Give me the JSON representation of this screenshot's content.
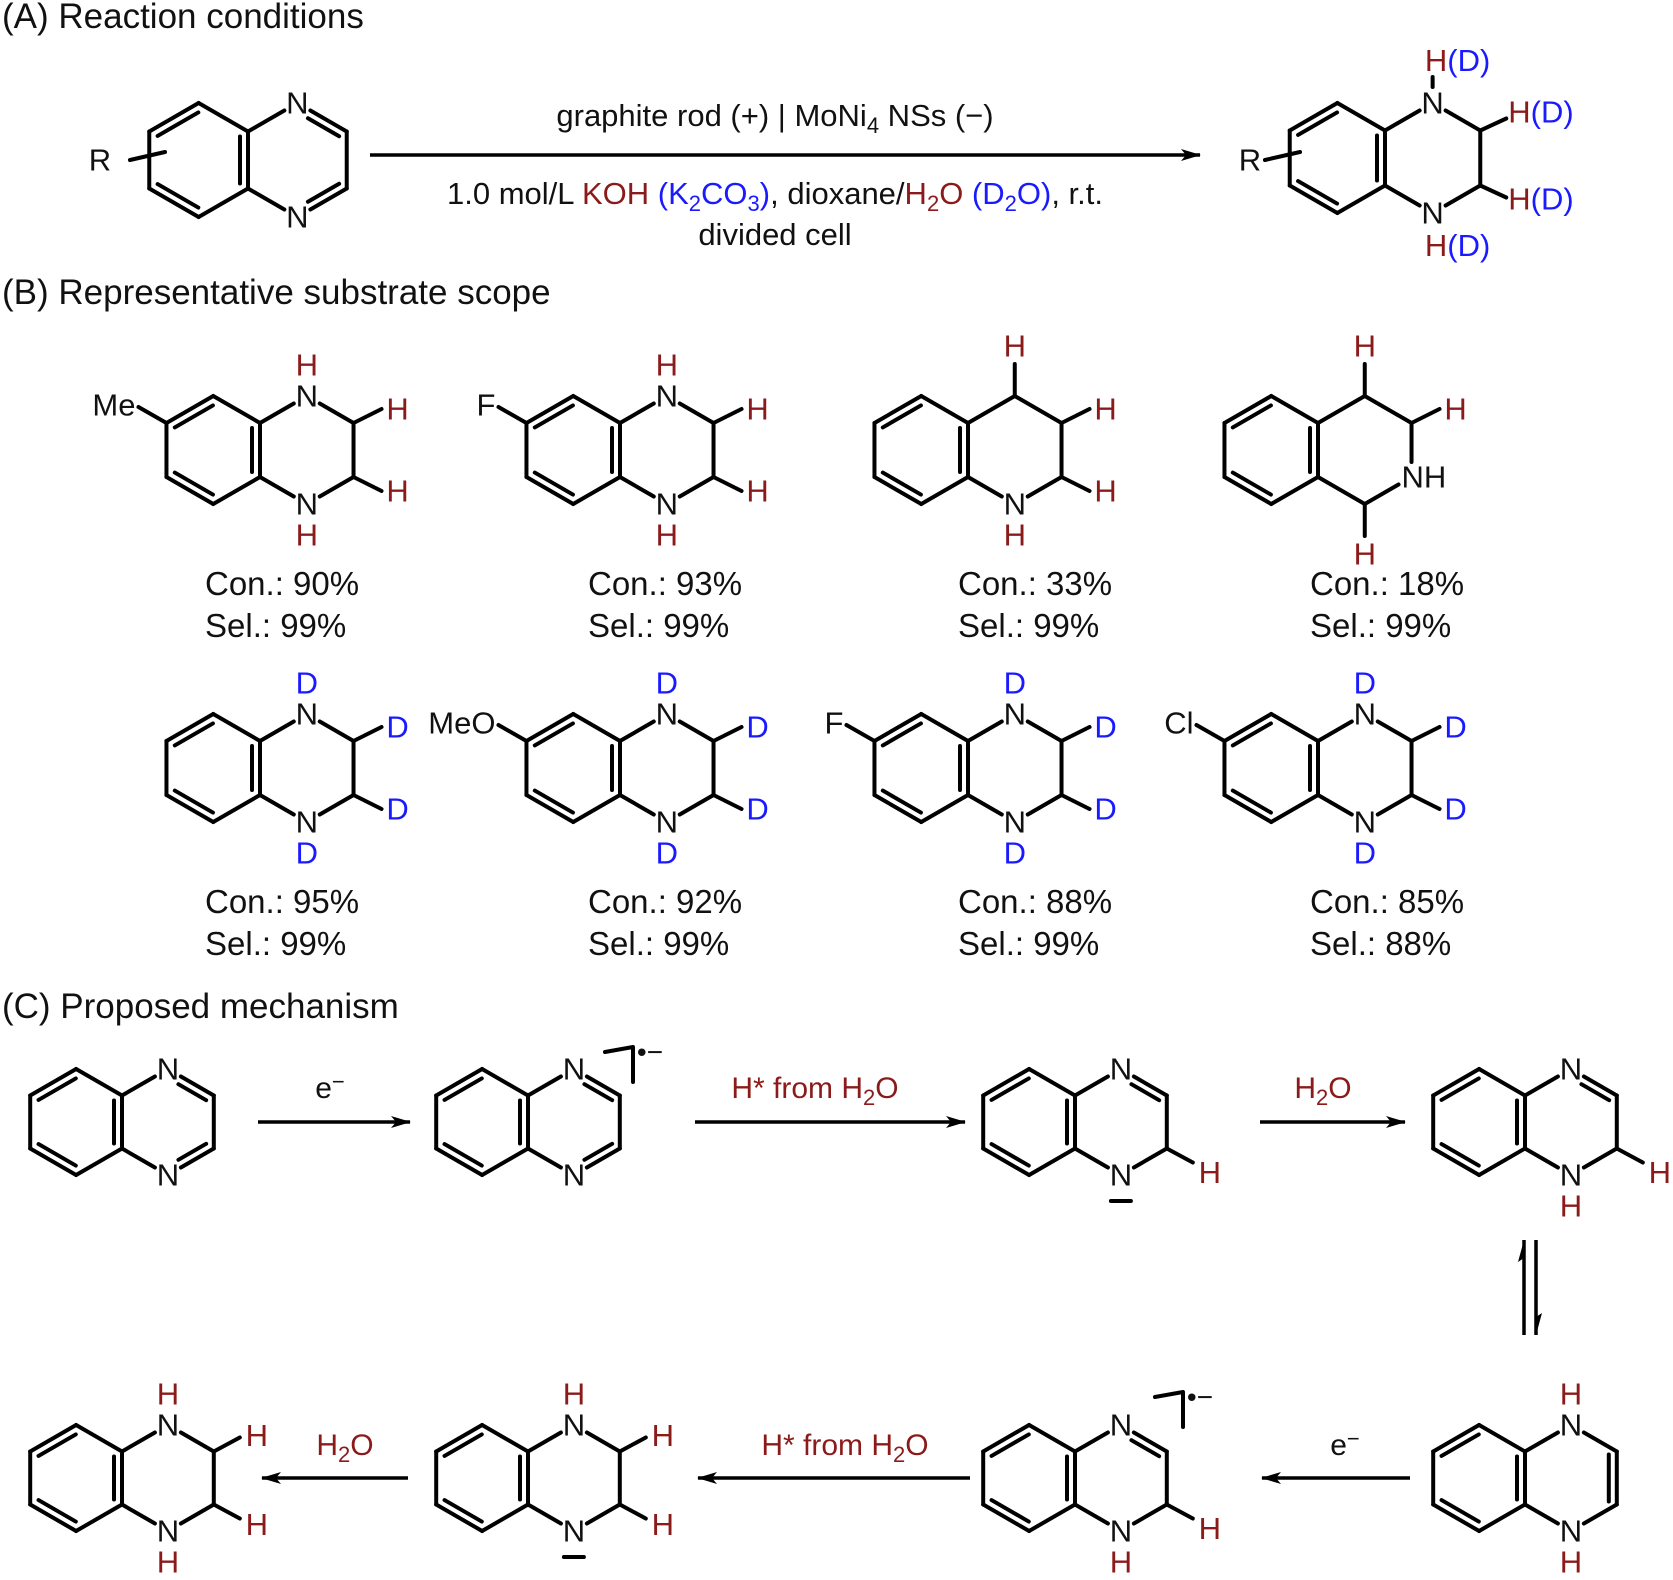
{
  "colors": {
    "black": "#111111",
    "red": "#8b1a1a",
    "blue": "#1a1aff"
  },
  "sections": {
    "a_title": "(A) Reaction conditions",
    "b_title": "(B) Representative substrate scope",
    "c_title": "(C) Proposed mechanism"
  },
  "reaction": {
    "above": [
      {
        "t": "graphite rod (+) | MoNi",
        "c": "black"
      },
      {
        "t": "4",
        "c": "black",
        "sub": true
      },
      {
        "t": " NSs (−)",
        "c": "black"
      }
    ],
    "below": [
      {
        "t": "1.0 mol/L ",
        "c": "black"
      },
      {
        "t": "KOH",
        "c": "red"
      },
      {
        "t": " (K",
        "c": "blue"
      },
      {
        "t": "2",
        "c": "blue",
        "sub": true
      },
      {
        "t": "CO",
        "c": "blue"
      },
      {
        "t": "3",
        "c": "blue",
        "sub": true
      },
      {
        "t": ")",
        "c": "blue"
      },
      {
        "t": ", dioxane/",
        "c": "black"
      },
      {
        "t": "H",
        "c": "red"
      },
      {
        "t": "2",
        "c": "red",
        "sub": true
      },
      {
        "t": "O",
        "c": "red"
      },
      {
        "t": " (D",
        "c": "blue"
      },
      {
        "t": "2",
        "c": "blue",
        "sub": true
      },
      {
        "t": "O)",
        "c": "blue"
      },
      {
        "t": ", r.t.",
        "c": "black"
      }
    ],
    "below2": [
      {
        "t": "divided cell",
        "c": "black"
      }
    ],
    "reactant_sub": "R",
    "product_sub": "R",
    "product_labels": [
      [
        {
          "t": "H",
          "c": "red"
        },
        {
          "t": "(D)",
          "c": "blue"
        }
      ],
      [
        {
          "t": "H",
          "c": "red"
        },
        {
          "t": "(D)",
          "c": "blue"
        }
      ],
      [
        {
          "t": "H",
          "c": "red"
        },
        {
          "t": "(D)",
          "c": "blue"
        }
      ],
      [
        {
          "t": "H",
          "c": "red"
        },
        {
          "t": "(D)",
          "c": "blue"
        }
      ]
    ]
  },
  "scope": [
    {
      "sub": "Me",
      "iso": "H",
      "ring": "quinoxaline",
      "con": "Con.: 90%",
      "sel": "Sel.: 99%"
    },
    {
      "sub": "F",
      "iso": "H",
      "ring": "quinoxaline",
      "con": "Con.: 93%",
      "sel": "Sel.: 99%"
    },
    {
      "sub": "",
      "iso": "H",
      "ring": "quinoline",
      "con": "Con.: 33%",
      "sel": "Sel.: 99%"
    },
    {
      "sub": "",
      "iso": "H",
      "ring": "isoquinoline",
      "con": "Con.: 18%",
      "sel": "Sel.: 99%"
    },
    {
      "sub": "",
      "iso": "D",
      "ring": "quinoxaline",
      "con": "Con.: 95%",
      "sel": "Sel.: 99%"
    },
    {
      "sub": "MeO",
      "iso": "D",
      "ring": "quinoxaline",
      "con": "Con.: 92%",
      "sel": "Sel.: 99%"
    },
    {
      "sub": "F",
      "iso": "D",
      "ring": "quinoxaline",
      "con": "Con.: 88%",
      "sel": "Sel.: 99%"
    },
    {
      "sub": "Cl",
      "iso": "D",
      "ring": "quinoxaline",
      "con": "Con.: 85%",
      "sel": "Sel.: 88%"
    }
  ],
  "mechanism": {
    "atom_N": "N",
    "atom_H": "H",
    "atom_NH": "NH",
    "radical": "•−",
    "step_labels": [
      [
        {
          "t": "e",
          "c": "black"
        },
        {
          "t": "−",
          "c": "black",
          "sup": true
        }
      ],
      [
        {
          "t": "H* from H",
          "c": "red"
        },
        {
          "t": "2",
          "c": "red",
          "sub": true
        },
        {
          "t": "O",
          "c": "red"
        }
      ],
      [
        {
          "t": "H",
          "c": "red"
        },
        {
          "t": "2",
          "c": "red",
          "sub": true
        },
        {
          "t": "O",
          "c": "red"
        }
      ],
      [
        {
          "t": "e",
          "c": "black"
        },
        {
          "t": "−",
          "c": "black",
          "sup": true
        }
      ],
      [
        {
          "t": "H* from H",
          "c": "red"
        },
        {
          "t": "2",
          "c": "red",
          "sub": true
        },
        {
          "t": "O",
          "c": "red"
        }
      ],
      [
        {
          "t": "H",
          "c": "red"
        },
        {
          "t": "2",
          "c": "red",
          "sub": true
        },
        {
          "t": "O",
          "c": "red"
        }
      ]
    ]
  }
}
